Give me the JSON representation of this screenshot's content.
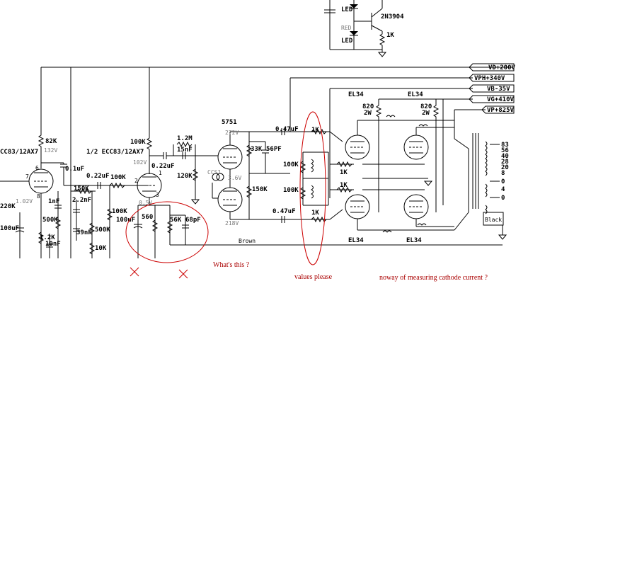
{
  "top_section": {
    "transistor_label": "2N3904",
    "resistor_label": "1K",
    "led1_label": "LED",
    "led2_color_label": "RED",
    "led2_label": "LED"
  },
  "rails": [
    "VD+200V",
    "VPH+340V",
    "VB-35V",
    "VG+410V",
    "VP+825V"
  ],
  "input_stage": {
    "tube_label": "CC83/12AX7",
    "r_82k": "82K",
    "v_132": "132V",
    "pin6": "6",
    "pin7": "7",
    "pin8": "8",
    "c_01uf": "0.1uF",
    "r_220k": "220K",
    "v_102": "1.02V",
    "c_100uf": "100uF",
    "r_12k": "1.2K",
    "c_10nf": "10nF",
    "c_1nf": "1nF",
    "r_500k_a": "500K",
    "r_150k": "150K",
    "c_22nf": "2.2nF",
    "c_39nf": "39nF",
    "r_500k_b": "500K",
    "r_10k": "10K",
    "c_022uf_a": "0.22uF",
    "r_100k_a": "100K",
    "r_100k_b": "100K"
  },
  "second_stage": {
    "tube_label": "1/2 ECC83/12AX7",
    "r_100k": "100K",
    "v_102": "102V",
    "c_022uf": "0.22uF",
    "r_12m": "1.2M",
    "c_15nf": "15nF",
    "r_120k": "120K",
    "v_05": "0.5V",
    "c_100uf": "100uF",
    "r_560": "560",
    "r_56k": "56K",
    "c_68pf": "68pF",
    "pin1": "1",
    "pin2": "2",
    "pin3": "3",
    "brown": "Brown"
  },
  "phase_splitter": {
    "tube_label": "5751",
    "v_272": "272V",
    "v_218": "218V",
    "ccs": "CCS1",
    "v_36": "3.6V",
    "r_33k": "33K",
    "c_56pf": "56PF",
    "r_150k": "150K",
    "c_047_top": "0.47uF",
    "c_047_bot": "0.47uF",
    "r_1k_top": "1K",
    "r_1k_bot": "1K",
    "r_100k_a": "100K",
    "r_100k_b": "100K",
    "r_1k_g1": "1K",
    "r_1k_g2": "1K"
  },
  "output_stage": {
    "el34_tl": "EL34",
    "el34_tr": "EL34",
    "el34_bl": "EL34",
    "el34_br": "EL34",
    "r_820_a": "820",
    "w_2_a": "2W",
    "r_820_b": "820",
    "w_2_b": "2W",
    "black": "Black",
    "taps": [
      "83",
      "56",
      "40",
      "28",
      "20",
      "8",
      "0",
      "4",
      "0"
    ]
  },
  "annotations": {
    "whats_this": "What's this ?",
    "values_please": "values please",
    "cathode_current": "noway of measuring cathode current ?",
    "cross_1": "×",
    "cross_2": "×"
  }
}
